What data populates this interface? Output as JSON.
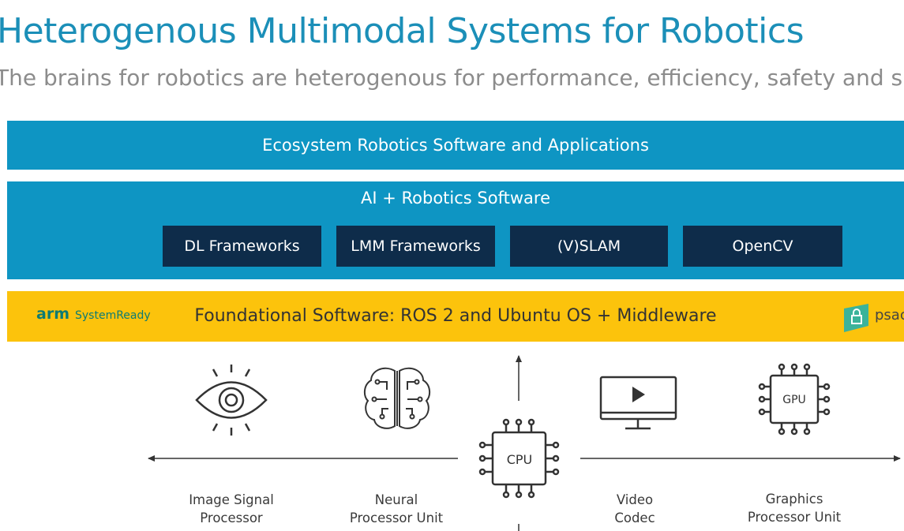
{
  "header": {
    "title": "Heterogenous Multimodal Systems for Robotics",
    "subtitle": "The brains for robotics are heterogenous for performance, efficiency, safety and s"
  },
  "layers": {
    "ecosystem": "Ecosystem Robotics Software and Applications",
    "ai_title": "AI + Robotics Software",
    "frameworks": [
      "DL Frameworks",
      "LMM Frameworks",
      "(V)SLAM",
      "OpenCV"
    ],
    "foundation": "Foundational Software: ROS 2 and Ubuntu OS + Middleware",
    "arm_logo": "arm",
    "arm_sub": "SystemReady",
    "psa_logo": "psac"
  },
  "units": {
    "isp": {
      "line1": "Image Signal",
      "line2": "Processor"
    },
    "npu": {
      "line1": "Neural",
      "line2": "Processor Unit"
    },
    "cpu": "CPU",
    "codec": {
      "line1": "Video",
      "line2": "Codec"
    },
    "gpu_chip": "GPU",
    "gpu": {
      "line1": "Graphics",
      "line2": "Processor Unit"
    }
  },
  "colors": {
    "title": "#1b8fb8",
    "bar_blue": "#0e95c3",
    "framework_box": "#0e2c4a",
    "foundation": "#fcc30c",
    "icon_stroke": "#333333"
  }
}
